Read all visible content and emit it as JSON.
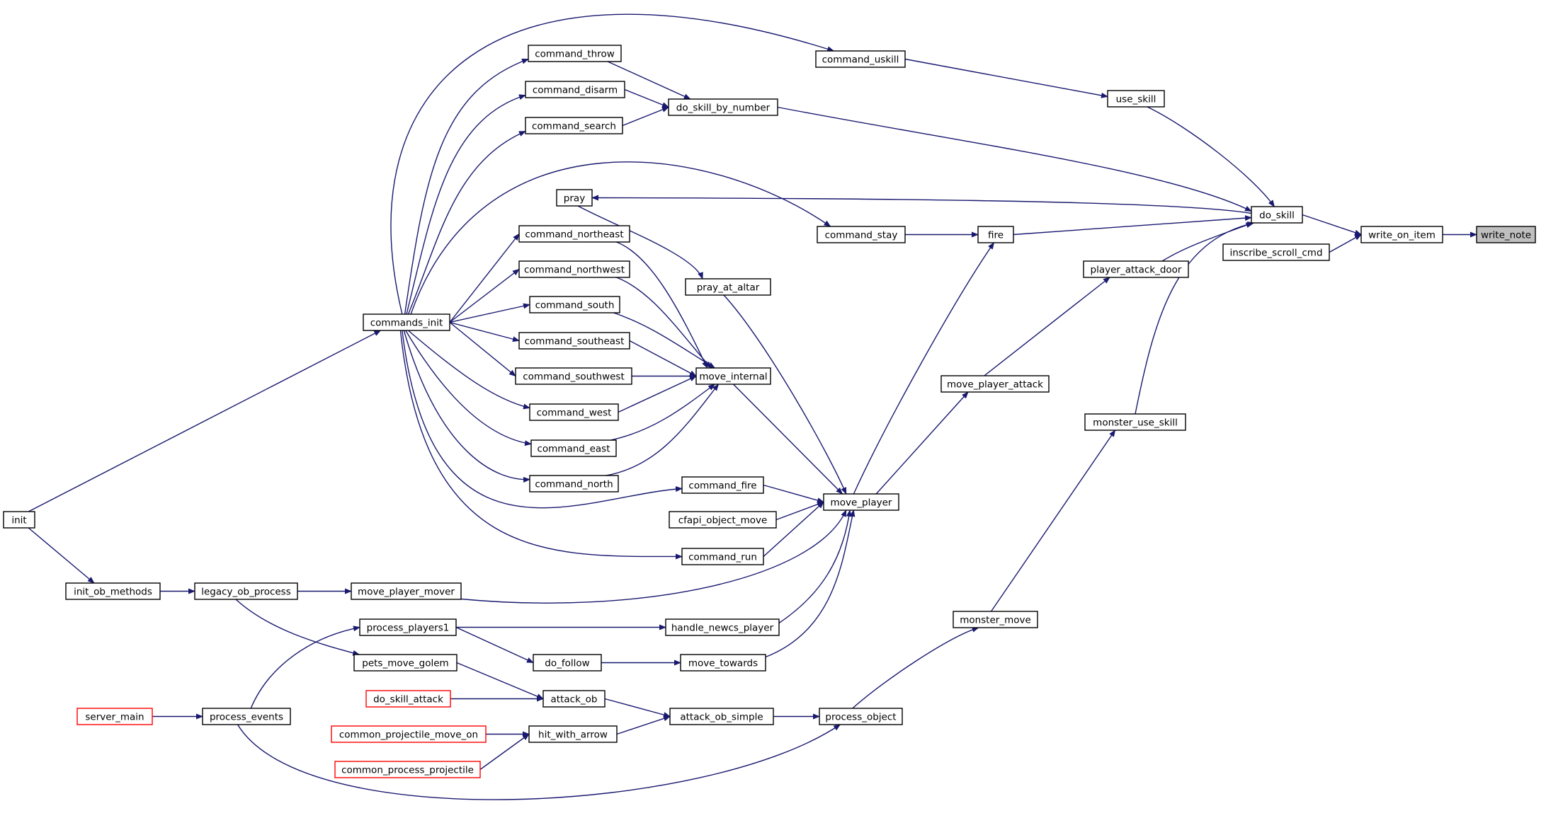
{
  "graph": {
    "kind": "call-graph",
    "direction": "right-to-left",
    "colors": {
      "edge": "#191970",
      "node_border": "#000000",
      "truncated_border": "#ff0000",
      "focus_fill": "#bfbfbf",
      "background": "#ffffff"
    },
    "nodes": [
      {
        "id": "write_note",
        "label": "write_note",
        "focus": true
      },
      {
        "id": "write_on_item",
        "label": "write_on_item"
      },
      {
        "id": "do_skill",
        "label": "do_skill"
      },
      {
        "id": "inscribe_scroll_cmd",
        "label": "inscribe_scroll_cmd"
      },
      {
        "id": "use_skill",
        "label": "use_skill"
      },
      {
        "id": "command_uskill",
        "label": "command_uskill"
      },
      {
        "id": "do_skill_by_number",
        "label": "do_skill_by_number"
      },
      {
        "id": "command_throw",
        "label": "command_throw"
      },
      {
        "id": "command_disarm",
        "label": "command_disarm"
      },
      {
        "id": "command_search",
        "label": "command_search"
      },
      {
        "id": "pray",
        "label": "pray"
      },
      {
        "id": "fire",
        "label": "fire"
      },
      {
        "id": "command_stay",
        "label": "command_stay"
      },
      {
        "id": "player_attack_door",
        "label": "player_attack_door"
      },
      {
        "id": "monster_use_skill",
        "label": "monster_use_skill"
      },
      {
        "id": "move_player_attack",
        "label": "move_player_attack"
      },
      {
        "id": "monster_move",
        "label": "monster_move"
      },
      {
        "id": "move_player",
        "label": "move_player"
      },
      {
        "id": "pray_at_altar",
        "label": "pray_at_altar"
      },
      {
        "id": "move_internal",
        "label": "move_internal"
      },
      {
        "id": "command_northeast",
        "label": "command_northeast"
      },
      {
        "id": "command_northwest",
        "label": "command_northwest"
      },
      {
        "id": "command_south",
        "label": "command_south"
      },
      {
        "id": "command_southeast",
        "label": "command_southeast"
      },
      {
        "id": "command_southwest",
        "label": "command_southwest"
      },
      {
        "id": "command_west",
        "label": "command_west"
      },
      {
        "id": "command_east",
        "label": "command_east"
      },
      {
        "id": "command_north",
        "label": "command_north"
      },
      {
        "id": "commands_init",
        "label": "commands_init"
      },
      {
        "id": "command_fire",
        "label": "command_fire"
      },
      {
        "id": "cfapi_object_move",
        "label": "cfapi_object_move"
      },
      {
        "id": "command_run",
        "label": "command_run"
      },
      {
        "id": "init",
        "label": "init"
      },
      {
        "id": "init_ob_methods",
        "label": "init_ob_methods"
      },
      {
        "id": "legacy_ob_process",
        "label": "legacy_ob_process"
      },
      {
        "id": "move_player_mover",
        "label": "move_player_mover"
      },
      {
        "id": "process_players1",
        "label": "process_players1"
      },
      {
        "id": "handle_newcs_player",
        "label": "handle_newcs_player"
      },
      {
        "id": "pets_move_golem",
        "label": "pets_move_golem"
      },
      {
        "id": "do_follow",
        "label": "do_follow"
      },
      {
        "id": "move_towards",
        "label": "move_towards"
      },
      {
        "id": "do_skill_attack",
        "label": "do_skill_attack",
        "truncated": true
      },
      {
        "id": "attack_ob",
        "label": "attack_ob"
      },
      {
        "id": "server_main",
        "label": "server_main",
        "truncated": true
      },
      {
        "id": "process_events",
        "label": "process_events"
      },
      {
        "id": "attack_ob_simple",
        "label": "attack_ob_simple"
      },
      {
        "id": "process_object",
        "label": "process_object"
      },
      {
        "id": "common_projectile_move_on",
        "label": "common_projectile_move_on",
        "truncated": true
      },
      {
        "id": "hit_with_arrow",
        "label": "hit_with_arrow"
      },
      {
        "id": "common_process_projectile",
        "label": "common_process_projectile",
        "truncated": true
      }
    ],
    "edges": [
      {
        "from": "write_on_item",
        "to": "write_note"
      },
      {
        "from": "do_skill",
        "to": "write_on_item"
      },
      {
        "from": "inscribe_scroll_cmd",
        "to": "write_on_item"
      },
      {
        "from": "use_skill",
        "to": "do_skill"
      },
      {
        "from": "do_skill_by_number",
        "to": "do_skill"
      },
      {
        "from": "do_skill",
        "to": "pray"
      },
      {
        "from": "fire",
        "to": "do_skill"
      },
      {
        "from": "player_attack_door",
        "to": "do_skill"
      },
      {
        "from": "monster_use_skill",
        "to": "do_skill"
      },
      {
        "from": "command_uskill",
        "to": "use_skill"
      },
      {
        "from": "command_throw",
        "to": "do_skill_by_number"
      },
      {
        "from": "command_disarm",
        "to": "do_skill_by_number"
      },
      {
        "from": "command_search",
        "to": "do_skill_by_number"
      },
      {
        "from": "pray",
        "to": "pray_at_altar"
      },
      {
        "from": "command_stay",
        "to": "fire"
      },
      {
        "from": "move_player",
        "to": "fire"
      },
      {
        "from": "move_player_attack",
        "to": "player_attack_door"
      },
      {
        "from": "monster_move",
        "to": "monster_use_skill"
      },
      {
        "from": "move_player",
        "to": "move_player_attack"
      },
      {
        "from": "process_object",
        "to": "monster_move"
      },
      {
        "from": "pray_at_altar",
        "to": "move_player"
      },
      {
        "from": "move_internal",
        "to": "move_player"
      },
      {
        "from": "command_fire",
        "to": "move_player"
      },
      {
        "from": "cfapi_object_move",
        "to": "move_player"
      },
      {
        "from": "command_run",
        "to": "move_player"
      },
      {
        "from": "move_player_mover",
        "to": "move_player"
      },
      {
        "from": "handle_newcs_player",
        "to": "move_player"
      },
      {
        "from": "move_towards",
        "to": "move_player"
      },
      {
        "from": "command_northeast",
        "to": "move_internal"
      },
      {
        "from": "command_northwest",
        "to": "move_internal"
      },
      {
        "from": "command_south",
        "to": "move_internal"
      },
      {
        "from": "command_southeast",
        "to": "move_internal"
      },
      {
        "from": "command_southwest",
        "to": "move_internal"
      },
      {
        "from": "command_west",
        "to": "move_internal"
      },
      {
        "from": "command_east",
        "to": "move_internal"
      },
      {
        "from": "command_north",
        "to": "move_internal"
      },
      {
        "from": "commands_init",
        "to": "command_uskill"
      },
      {
        "from": "commands_init",
        "to": "command_throw"
      },
      {
        "from": "commands_init",
        "to": "command_disarm"
      },
      {
        "from": "commands_init",
        "to": "command_search"
      },
      {
        "from": "commands_init",
        "to": "command_stay"
      },
      {
        "from": "commands_init",
        "to": "command_northeast"
      },
      {
        "from": "commands_init",
        "to": "command_northwest"
      },
      {
        "from": "commands_init",
        "to": "command_south"
      },
      {
        "from": "commands_init",
        "to": "command_southeast"
      },
      {
        "from": "commands_init",
        "to": "command_southwest"
      },
      {
        "from": "commands_init",
        "to": "command_west"
      },
      {
        "from": "commands_init",
        "to": "command_east"
      },
      {
        "from": "commands_init",
        "to": "command_north"
      },
      {
        "from": "commands_init",
        "to": "command_fire"
      },
      {
        "from": "commands_init",
        "to": "command_run"
      },
      {
        "from": "init",
        "to": "commands_init"
      },
      {
        "from": "init",
        "to": "init_ob_methods"
      },
      {
        "from": "init_ob_methods",
        "to": "legacy_ob_process"
      },
      {
        "from": "legacy_ob_process",
        "to": "move_player_mover"
      },
      {
        "from": "legacy_ob_process",
        "to": "pets_move_golem"
      },
      {
        "from": "process_players1",
        "to": "handle_newcs_player"
      },
      {
        "from": "process_players1",
        "to": "do_follow"
      },
      {
        "from": "do_follow",
        "to": "move_towards"
      },
      {
        "from": "pets_move_golem",
        "to": "attack_ob"
      },
      {
        "from": "do_skill_attack",
        "to": "attack_ob"
      },
      {
        "from": "attack_ob",
        "to": "attack_ob_simple"
      },
      {
        "from": "hit_with_arrow",
        "to": "attack_ob_simple"
      },
      {
        "from": "attack_ob_simple",
        "to": "process_object"
      },
      {
        "from": "server_main",
        "to": "process_events"
      },
      {
        "from": "process_events",
        "to": "process_players1"
      },
      {
        "from": "process_events",
        "to": "process_object"
      },
      {
        "from": "common_projectile_move_on",
        "to": "hit_with_arrow"
      },
      {
        "from": "common_process_projectile",
        "to": "hit_with_arrow"
      }
    ]
  }
}
